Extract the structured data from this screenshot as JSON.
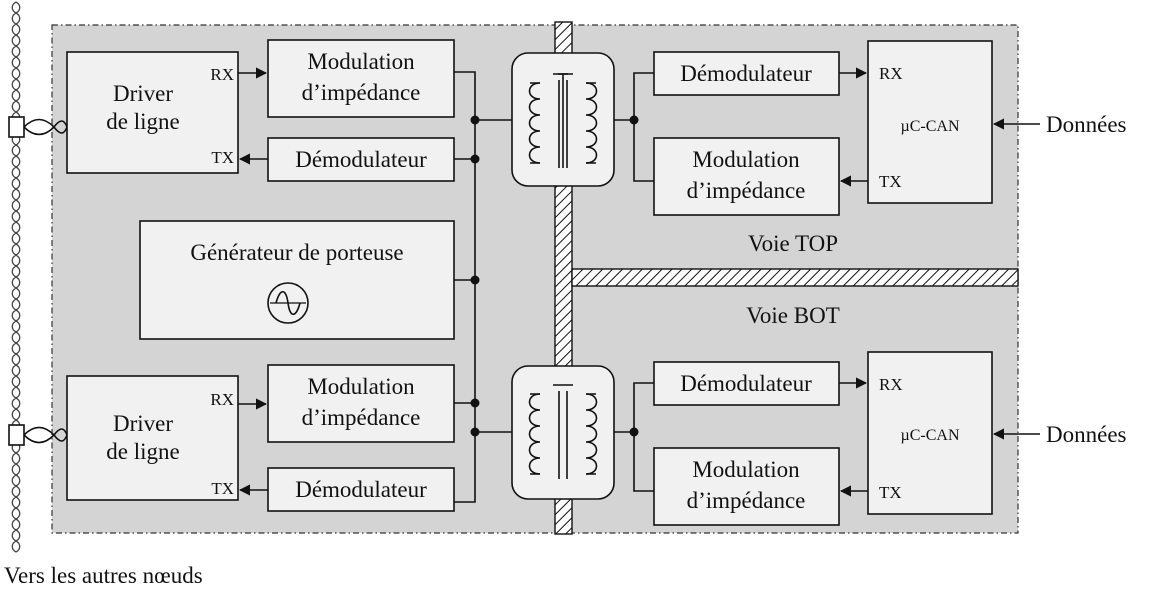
{
  "colors": {
    "background_panel": "#d4d4d4",
    "box_fill": "#f1f1f1",
    "line": "#111111"
  },
  "labels": {
    "driver_line1": "Driver",
    "driver_line2": "de ligne",
    "rx": "RX",
    "tx": "TX",
    "modulation_line1": "Modulation",
    "modulation_line2": "d’impédance",
    "demodulateur": "Démodulateur",
    "generateur": "Générateur de porteuse",
    "uc_can": "µC-CAN",
    "donnees": "Données",
    "voie_top": "Voie TOP",
    "voie_bot": "Voie BOT",
    "vers_autres_noeuds": "Vers les autres nœuds"
  },
  "icons": {
    "oscillator": "sine-wave-circle-icon",
    "transformer": "transformer-icon",
    "twisted_pair": "twisted-pair-bus-icon",
    "connector": "connector-icon"
  }
}
